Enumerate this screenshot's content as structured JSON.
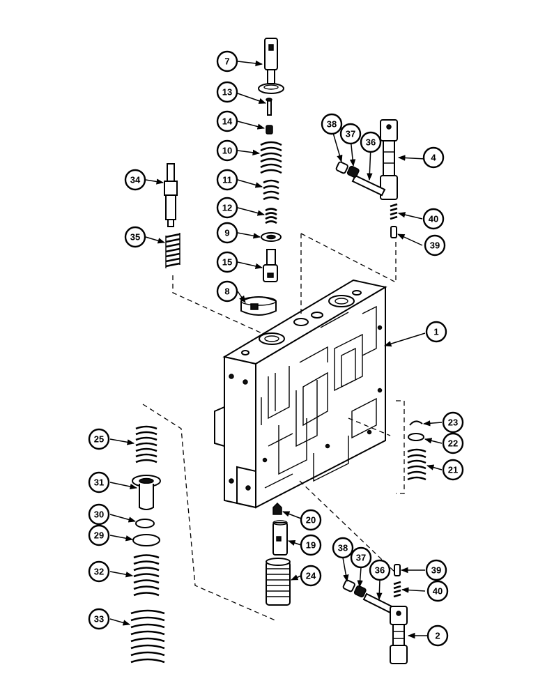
{
  "diagram": {
    "labels": [
      "1",
      "2",
      "4",
      "7",
      "8",
      "9",
      "10",
      "11",
      "12",
      "13",
      "14",
      "15",
      "19",
      "20",
      "21",
      "22",
      "23",
      "24",
      "25",
      "29",
      "30",
      "31",
      "32",
      "33",
      "34",
      "35",
      "36",
      "37",
      "38",
      "39",
      "40",
      "36",
      "37",
      "38",
      "39",
      "40"
    ]
  }
}
